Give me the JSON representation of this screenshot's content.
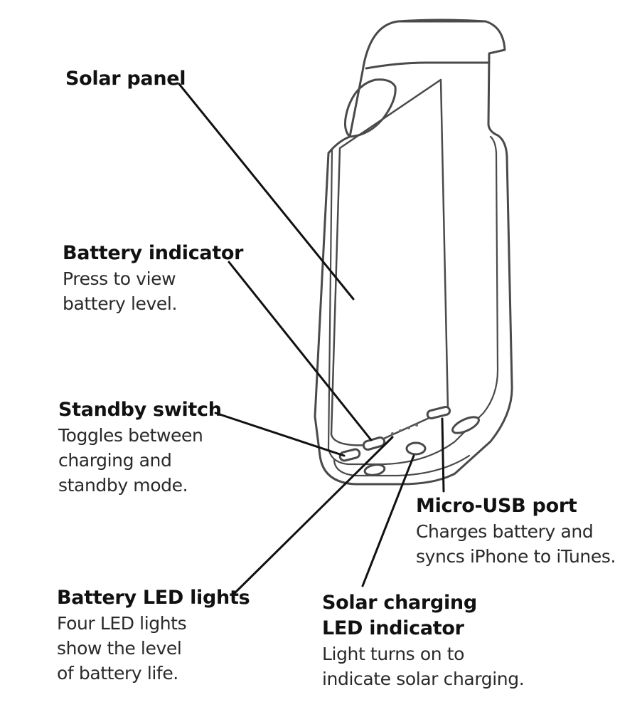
{
  "colors": {
    "outline": "#4a4a4a",
    "leader": "#111111",
    "text": "#1a1a1a"
  },
  "callouts": {
    "solar_panel": {
      "title": "Solar panel"
    },
    "battery_indicator": {
      "title": "Battery indicator",
      "lines": [
        "Press to view",
        "battery level."
      ]
    },
    "standby_switch": {
      "title": "Standby switch",
      "lines": [
        "Toggles between",
        "charging and",
        "standby mode."
      ]
    },
    "micro_usb_port": {
      "title": "Micro-USB port",
      "lines": [
        "Charges battery and",
        "syncs iPhone to iTunes."
      ]
    },
    "battery_led_lights": {
      "title": "Battery LED lights",
      "lines": [
        "Four LED lights",
        "show the level",
        "of battery life."
      ]
    },
    "solar_charging_led": {
      "title_lines": [
        "Solar charging",
        "LED indicator"
      ],
      "lines": [
        "Light turns on to",
        "indicate solar charging."
      ]
    }
  }
}
